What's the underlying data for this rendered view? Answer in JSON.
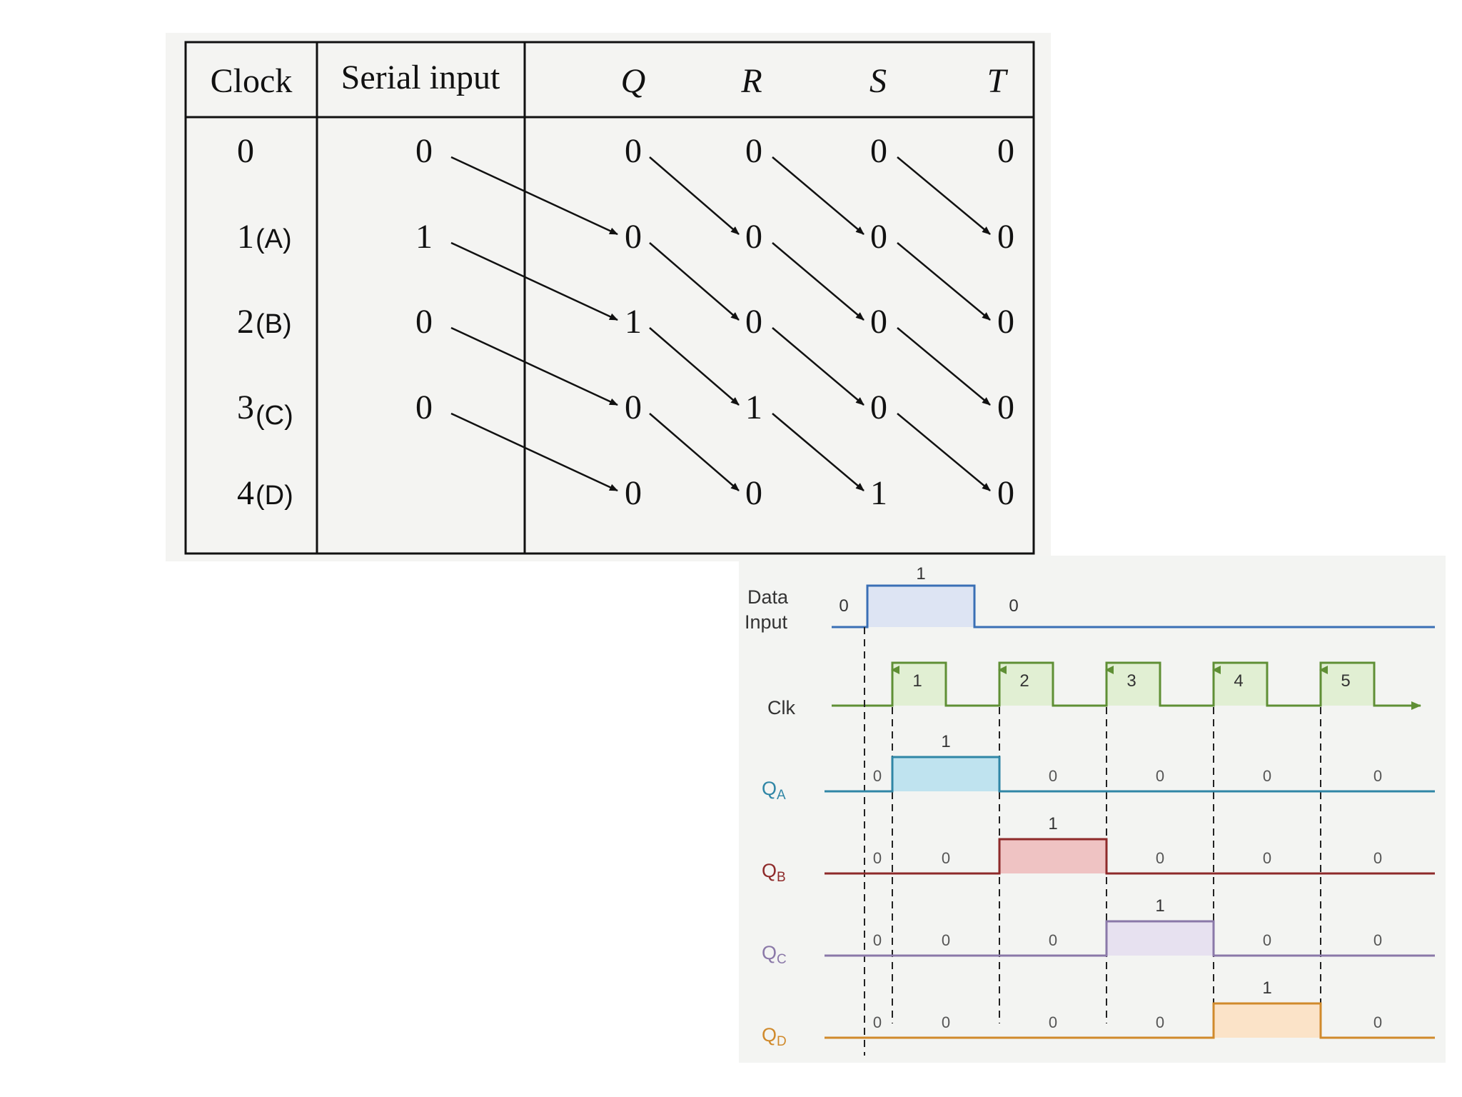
{
  "shift_table": {
    "headers": {
      "clock": "Clock",
      "serial_input": "Serial input",
      "q": "Q",
      "r": "R",
      "s": "S",
      "t": "T"
    },
    "rows": [
      {
        "clock": "0",
        "tag": "",
        "serial": "0",
        "q": "0",
        "r": "0",
        "s": "0",
        "t": "0"
      },
      {
        "clock": "1",
        "tag": "(A)",
        "serial": "1",
        "q": "0",
        "r": "0",
        "s": "0",
        "t": "0"
      },
      {
        "clock": "2",
        "tag": "(B)",
        "serial": "0",
        "q": "1",
        "r": "0",
        "s": "0",
        "t": "0"
      },
      {
        "clock": "3",
        "tag": "(C)",
        "serial": "0",
        "q": "0",
        "r": "1",
        "s": "0",
        "t": "0"
      },
      {
        "clock": "4",
        "tag": "(D)",
        "serial": "",
        "q": "0",
        "r": "0",
        "s": "1",
        "t": "0"
      }
    ]
  },
  "timing_diagram": {
    "data_input": {
      "label_line1": "Data",
      "label_line2": "Input",
      "levels": [
        "0",
        "1",
        "0"
      ],
      "color": "#3a6fb5"
    },
    "clock": {
      "label": "Clk",
      "pulses": [
        "1",
        "2",
        "3",
        "4",
        "5"
      ],
      "color": "#5f8f35"
    },
    "signals": [
      {
        "name": "Q",
        "sub": "A",
        "color": "#2f86a6",
        "fill": "#bfe3ef",
        "initial": "0",
        "values": [
          "1",
          "0",
          "0",
          "0",
          "0"
        ]
      },
      {
        "name": "Q",
        "sub": "B",
        "color": "#8e2a2a",
        "fill": "#efc3c3",
        "initial": "0",
        "values": [
          "0",
          "1",
          "0",
          "0",
          "0"
        ]
      },
      {
        "name": "Q",
        "sub": "C",
        "color": "#8a78a8",
        "fill": "#e7e1f0",
        "initial": "0",
        "values": [
          "0",
          "0",
          "1",
          "0",
          "0"
        ]
      },
      {
        "name": "Q",
        "sub": "D",
        "color": "#d08a2c",
        "fill": "#fbe3c8",
        "initial": "0",
        "values": [
          "0",
          "0",
          "0",
          "1",
          "0"
        ]
      }
    ]
  }
}
